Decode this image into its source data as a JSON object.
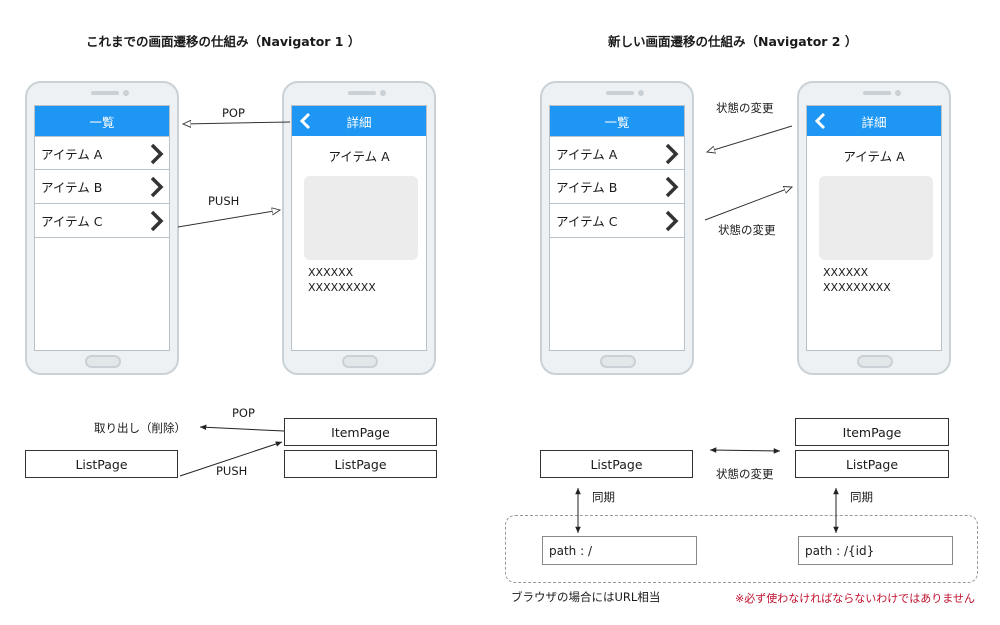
{
  "left": {
    "title": "これまでの画面遷移の仕組み（Navigator 1 ）",
    "list_screen": {
      "header": "一覧",
      "items": [
        "アイテム A",
        "アイテム B",
        "アイテム C"
      ]
    },
    "detail_screen": {
      "header": "詳細",
      "item_title": "アイテム A",
      "text_lines": [
        "XXXXXX",
        "XXXXXXXXX"
      ]
    },
    "arrow_labels": {
      "pop": "POP",
      "push": "PUSH"
    },
    "stack": {
      "pop_label": "POP",
      "push_label": "PUSH",
      "removed_label": "取り出し（削除）",
      "item_page": "ItemPage",
      "list_page_stack": "ListPage",
      "list_page_source": "ListPage"
    }
  },
  "right": {
    "title": "新しい画面遷移の仕組み（Navigator 2 ）",
    "list_screen": {
      "header": "一覧",
      "items": [
        "アイテム A",
        "アイテム B",
        "アイテム C"
      ]
    },
    "detail_screen": {
      "header": "詳細",
      "item_title": "アイテム A",
      "text_lines": [
        "XXXXXX",
        "XXXXXXXXX"
      ]
    },
    "arrow_labels": {
      "state_change_top": "状態の変更",
      "state_change_bottom": "状態の変更"
    },
    "stack": {
      "list_page_left": "ListPage",
      "item_page": "ItemPage",
      "list_page_right": "ListPage",
      "state_change": "状態の変更",
      "sync_left": "同期",
      "sync_right": "同期",
      "path_left": "path : /",
      "path_right": "path : /{id}"
    },
    "browser_note": "ブラウザの場合にはURL相当",
    "disclaimer": "※必ず使わなければならないわけではありません"
  },
  "colors": {
    "accent": "#1e96f3",
    "warning": "#c0102e"
  }
}
